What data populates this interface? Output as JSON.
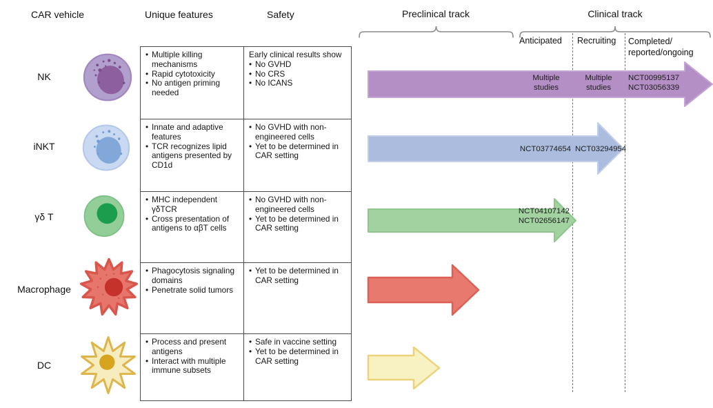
{
  "columns": {
    "vehicle": "CAR vehicle",
    "features": "Unique features",
    "safety": "Safety",
    "preclinical": "Preclinical track",
    "clinical": "Clinical track"
  },
  "clinical_subcolumns": {
    "anticipated": "Anticipated",
    "recruiting": "Recruiting",
    "completed": "Completed/\nreported/ongoing"
  },
  "rows": [
    {
      "label": "NK",
      "icon": "nk-cell-icon",
      "features": [
        "Multiple killing mechanisms",
        "Rapid cytotoxicity",
        "No antigen priming needed"
      ],
      "safety_intro": "Early clinical results show",
      "safety": [
        "No GVHD",
        "No CRS",
        "No ICANS"
      ],
      "arrow": {
        "color": "#b48fc6",
        "anticipated": "Multiple\nstudies",
        "recruiting": "Multiple\nstudies",
        "completed": "NCT00995137\nNCT03056339"
      }
    },
    {
      "label": "iNKT",
      "icon": "inkt-cell-icon",
      "features": [
        "Innate and adaptive features",
        "TCR recognizes lipid antigens presented by CD1d"
      ],
      "safety_intro": "",
      "safety": [
        "No GVHD with non-engineered cells",
        "Yet to be determined in CAR setting"
      ],
      "arrow": {
        "color": "#abbcdf",
        "anticipated": "NCT03774654",
        "recruiting": "NCT03294954"
      }
    },
    {
      "label": "γδ T",
      "icon": "gamma-delta-t-cell-icon",
      "features": [
        "MHC independent γδTCR",
        "Cross presentation of antigens to αβT cells"
      ],
      "safety_intro": "",
      "safety": [
        "No GVHD with non-engineered cells",
        "Yet to be determined in CAR setting"
      ],
      "arrow": {
        "color": "#a2d29f",
        "trials": "NCT04107142\nNCT02656147"
      }
    },
    {
      "label": "Macrophage",
      "icon": "macrophage-cell-icon",
      "features": [
        "Phagocytosis signaling domains",
        "Penetrate solid tumors"
      ],
      "safety_intro": "",
      "safety": [
        "Yet to be determined in CAR setting"
      ],
      "arrow": {
        "color": "#e7796f"
      }
    },
    {
      "label": "DC",
      "icon": "dendritic-cell-icon",
      "features": [
        "Process and present antigens",
        "Interact with multiple immune subsets"
      ],
      "safety_intro": "",
      "safety": [
        "Safe in vaccine setting",
        "Yet to be determined in CAR setting"
      ],
      "arrow": {
        "color": "#f8f1c2"
      }
    }
  ]
}
